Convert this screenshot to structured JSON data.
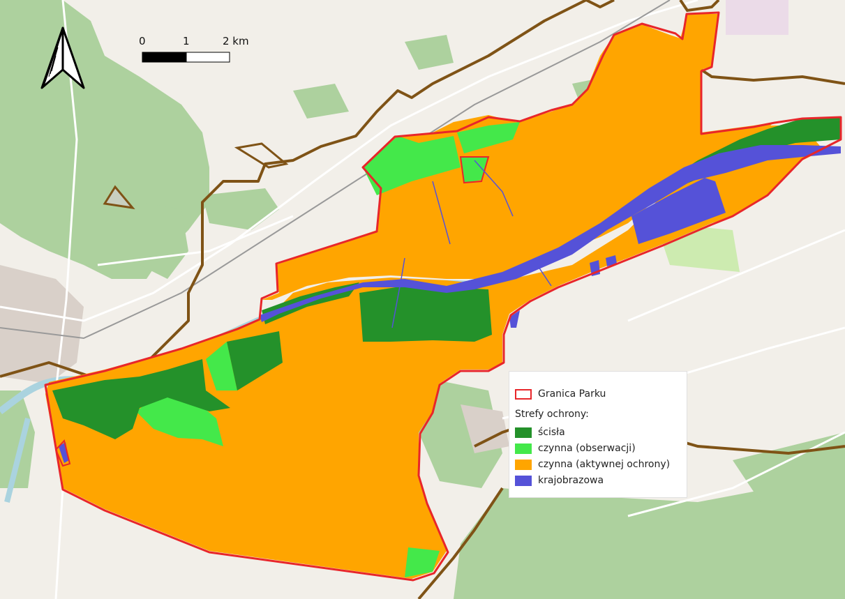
{
  "scale_bar": {
    "labels": [
      "0",
      "1",
      "2 km"
    ]
  },
  "legend": {
    "boundary": {
      "label": "Granica Parku",
      "color": "#e8262a"
    },
    "zones_heading": "Strefy ochrony:",
    "zones": [
      {
        "label": "ścisła",
        "color": "#24912a"
      },
      {
        "label": "czynna (obserwacji)",
        "color": "#44e84a"
      },
      {
        "label": "czynna (aktywnej ochrony)",
        "color": "#ffa500"
      },
      {
        "label": "krajobrazowa",
        "color": "#5552d8"
      }
    ]
  },
  "basemap": {
    "forest_color": "#add19e",
    "road_color": "#ffffff",
    "admin_border_color": "#7f5316"
  }
}
